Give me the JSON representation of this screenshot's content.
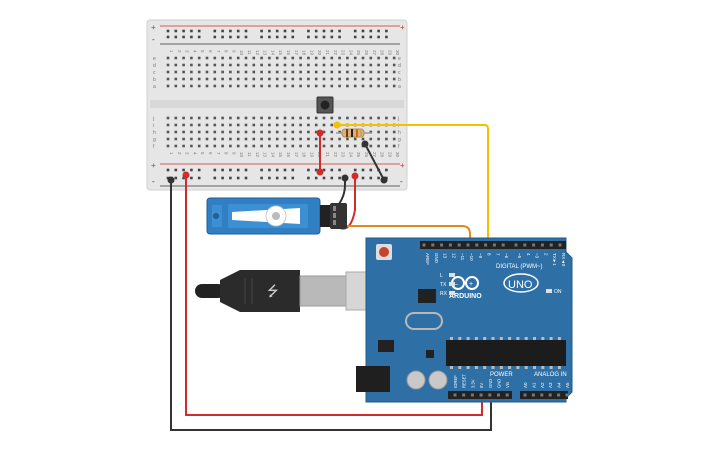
{
  "circuit": {
    "breadboard": {
      "column_numbers": [
        "1",
        "2",
        "3",
        "4",
        "5",
        "6",
        "7",
        "8",
        "9",
        "10",
        "11",
        "12",
        "13",
        "14",
        "15",
        "16",
        "17",
        "18",
        "19",
        "20",
        "21",
        "22",
        "23",
        "24",
        "25",
        "26",
        "27",
        "28",
        "29",
        "30"
      ],
      "row_letters_top": [
        "a",
        "b",
        "c",
        "d",
        "e"
      ],
      "row_letters_bottom": [
        "f",
        "g",
        "h",
        "i",
        "j"
      ],
      "rail_plus": "+",
      "rail_minus": "-"
    },
    "arduino": {
      "brand": "ARDUINO",
      "model": "UNO",
      "digital_header_label": "DIGITAL (PWM~)",
      "power_label": "POWER",
      "analog_label": "ANALOG IN",
      "on_label": "ON",
      "led_labels": [
        "L",
        "TX",
        "RX"
      ],
      "digital_pins": [
        "AREF",
        "GND",
        "13",
        "12",
        "~11",
        "~10",
        "~9",
        "8",
        "7",
        "~6",
        "~5",
        "4",
        "~3",
        "2",
        "TX►1",
        "RX◄0"
      ],
      "power_pins": [
        "IOREF",
        "RESET",
        "3.3V",
        "5V",
        "GND",
        "GND",
        "Vin"
      ],
      "analog_pins": [
        "A0",
        "A1",
        "A2",
        "A3",
        "A4",
        "A5"
      ]
    },
    "colors": {
      "breadboard": "#e6e6e6",
      "arduino_board": "#2e6fa5",
      "wire_red": "#d12c2c",
      "wire_black": "#333333",
      "wire_yellow": "#f2c200",
      "wire_orange": "#e08a1e",
      "servo_body": "#2f7fc2"
    }
  }
}
